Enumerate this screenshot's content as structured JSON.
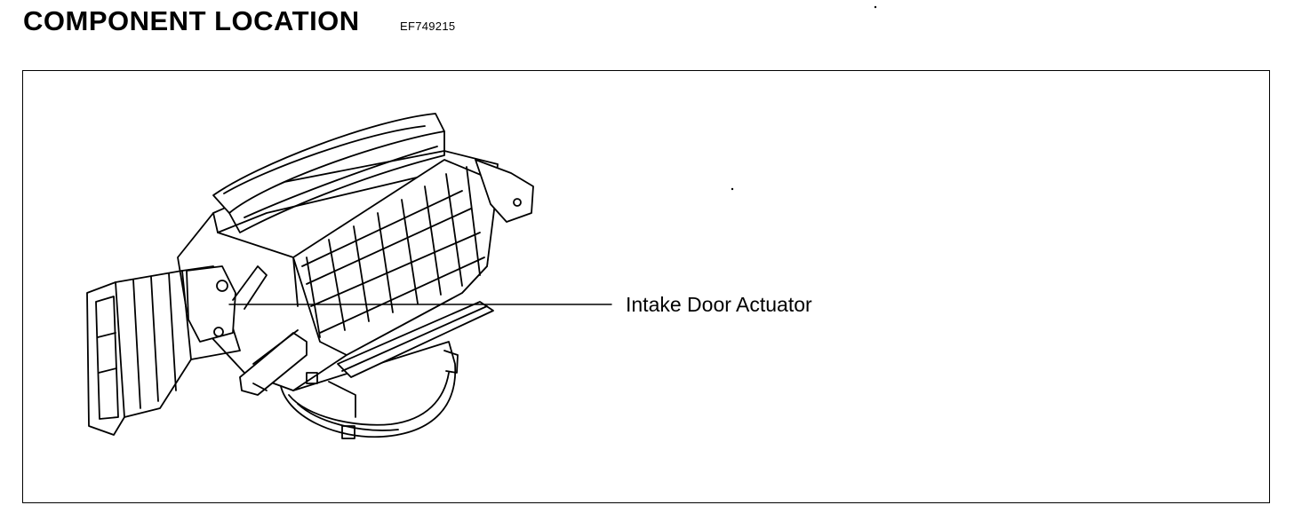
{
  "header": {
    "title": "COMPONENT LOCATION",
    "code": "EF749215"
  },
  "figure": {
    "component": "heater-blower-unit-illustration",
    "callouts": [
      {
        "label": "Intake Door Actuator"
      }
    ]
  }
}
